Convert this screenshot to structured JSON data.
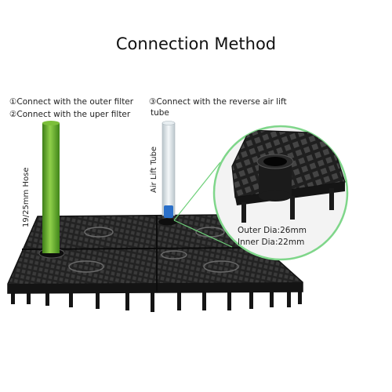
{
  "title": "Connection Method",
  "notes": {
    "outer_filter": "①Connect with the outer filter",
    "upper_filter": "②Connect with the uper filter",
    "reverse_air_lift_line1": "③Connect with the reverse air lift",
    "reverse_air_lift_line2": "tube"
  },
  "labels": {
    "hose": "19/25mm Hose",
    "air_lift_tube": "Air Lift Tube",
    "outer_dia": "Outer Dia:26mm",
    "inner_dia": "Inner Dia:22mm"
  },
  "colors": {
    "hose": "#5fa829",
    "plate": "#1e1e1e",
    "tube": "#d9e2e6",
    "fitting": "#2a6fc9",
    "callout_line": "#6fd07a"
  }
}
